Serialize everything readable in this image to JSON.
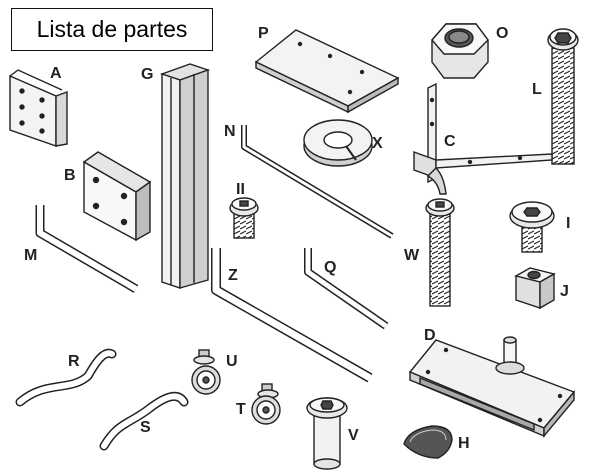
{
  "title": "Lista de partes",
  "parts": [
    {
      "id": "A",
      "label": "A",
      "icon": "bent-plate-icon"
    },
    {
      "id": "B",
      "label": "B",
      "icon": "square-block-icon"
    },
    {
      "id": "G",
      "label": "G",
      "icon": "column-profile-icon"
    },
    {
      "id": "M",
      "label": "M",
      "icon": "allen-key-icon"
    },
    {
      "id": "P",
      "label": "P",
      "icon": "flat-plate-icon"
    },
    {
      "id": "N",
      "label": "N",
      "icon": "long-allen-key-icon"
    },
    {
      "id": "II",
      "label": "II",
      "icon": "short-bolt-icon"
    },
    {
      "id": "X",
      "label": "X",
      "icon": "lock-washer-icon"
    },
    {
      "id": "O",
      "label": "O",
      "icon": "hex-nut-icon"
    },
    {
      "id": "L",
      "label": "L",
      "icon": "long-bolt-icon"
    },
    {
      "id": "C",
      "label": "C",
      "icon": "angle-bracket-icon"
    },
    {
      "id": "W",
      "label": "W",
      "icon": "medium-bolt-icon"
    },
    {
      "id": "I",
      "label": "I",
      "icon": "flat-head-bolt-icon"
    },
    {
      "id": "J",
      "label": "J",
      "icon": "square-nut-icon"
    },
    {
      "id": "Q",
      "label": "Q",
      "icon": "small-allen-key-icon"
    },
    {
      "id": "Z",
      "label": "Z",
      "icon": "large-allen-key-icon"
    },
    {
      "id": "D",
      "label": "D",
      "icon": "base-plate-with-pin-icon"
    },
    {
      "id": "R",
      "label": "R",
      "icon": "curved-rod-icon"
    },
    {
      "id": "U",
      "label": "U",
      "icon": "caster-wheel-icon"
    },
    {
      "id": "S",
      "label": "S",
      "icon": "curved-rod-icon"
    },
    {
      "id": "T",
      "label": "T",
      "icon": "caster-wheel-icon"
    },
    {
      "id": "V",
      "label": "V",
      "icon": "sleeve-bushing-icon"
    },
    {
      "id": "H",
      "label": "H",
      "icon": "triangular-cap-icon"
    }
  ]
}
